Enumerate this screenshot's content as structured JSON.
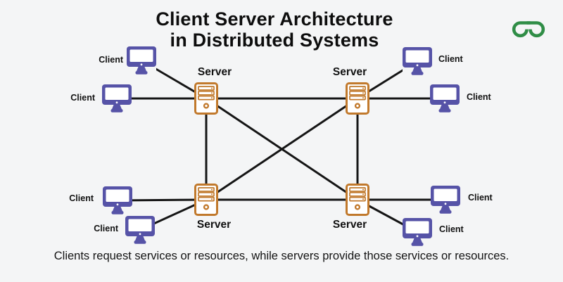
{
  "title": {
    "line1": "Client Server Architecture",
    "line2": "in Distributed Systems"
  },
  "logo": {
    "name": "GeeksforGeeks",
    "color": "#2F8D46"
  },
  "diagram": {
    "servers": [
      {
        "id": "server-top-left",
        "label": "Server"
      },
      {
        "id": "server-top-right",
        "label": "Server"
      },
      {
        "id": "server-bottom-left",
        "label": "Server"
      },
      {
        "id": "server-bottom-right",
        "label": "Server"
      }
    ],
    "clients": [
      {
        "id": "client-top-left-1",
        "label": "Client"
      },
      {
        "id": "client-top-left-2",
        "label": "Client"
      },
      {
        "id": "client-top-right-1",
        "label": "Client"
      },
      {
        "id": "client-top-right-2",
        "label": "Client"
      },
      {
        "id": "client-bottom-left-1",
        "label": "Client"
      },
      {
        "id": "client-bottom-left-2",
        "label": "Client"
      },
      {
        "id": "client-bottom-right-1",
        "label": "Client"
      },
      {
        "id": "client-bottom-right-2",
        "label": "Client"
      }
    ],
    "connections": [
      [
        "client-top-left-1",
        "server-top-left"
      ],
      [
        "client-top-left-2",
        "server-top-left"
      ],
      [
        "client-top-right-1",
        "server-top-right"
      ],
      [
        "client-top-right-2",
        "server-top-right"
      ],
      [
        "client-bottom-left-1",
        "server-bottom-left"
      ],
      [
        "client-bottom-left-2",
        "server-bottom-left"
      ],
      [
        "client-bottom-right-1",
        "server-bottom-right"
      ],
      [
        "client-bottom-right-2",
        "server-bottom-right"
      ],
      [
        "server-top-left",
        "server-top-right"
      ],
      [
        "server-top-left",
        "server-bottom-left"
      ],
      [
        "server-top-left",
        "server-bottom-right"
      ],
      [
        "server-top-right",
        "server-bottom-right"
      ],
      [
        "server-top-right",
        "server-bottom-left"
      ],
      [
        "server-bottom-left",
        "server-bottom-right"
      ]
    ]
  },
  "caption": "Clients request services or resources, while servers provide those services or resources.",
  "colors": {
    "background": "#F4F5F6",
    "client_icon": "#5653A7",
    "server_icon": "#C1792C",
    "line": "#151515",
    "logo_green": "#2F8D46",
    "text": "#111111"
  }
}
